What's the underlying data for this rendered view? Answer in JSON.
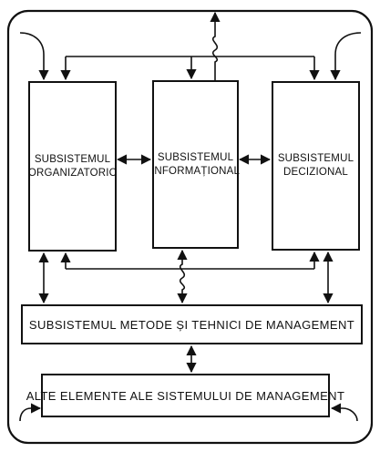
{
  "diagram": {
    "boxes": {
      "organizatoric": "SUBSISTEMUL\nORGANIZATORIC",
      "informational": "SUBSISTEMUL\nINFORMAȚIONAL",
      "decizional": "SUBSISTEMUL\nDECIZIONAL",
      "metode": "SUBSISTEMUL METODE ȘI TEHNICI DE MANAGEMENT",
      "alte": "ALTE ELEMENTE ALE SISTEMULUI DE MANAGEMENT"
    },
    "connections": [
      {
        "from": "environment",
        "to": "organizatoric",
        "type": "inflow"
      },
      {
        "from": "environment",
        "to": "informational",
        "type": "inflow"
      },
      {
        "from": "environment",
        "to": "decizional",
        "type": "inflow"
      },
      {
        "from": "organizatoric",
        "to": "informational",
        "type": "bidirectional"
      },
      {
        "from": "informational",
        "to": "decizional",
        "type": "bidirectional"
      },
      {
        "from": "organizatoric",
        "to": "metode",
        "type": "bidirectional"
      },
      {
        "from": "decizional",
        "to": "metode",
        "type": "bidirectional"
      },
      {
        "from": "metode",
        "to": "alte",
        "type": "bidirectional"
      }
    ]
  }
}
